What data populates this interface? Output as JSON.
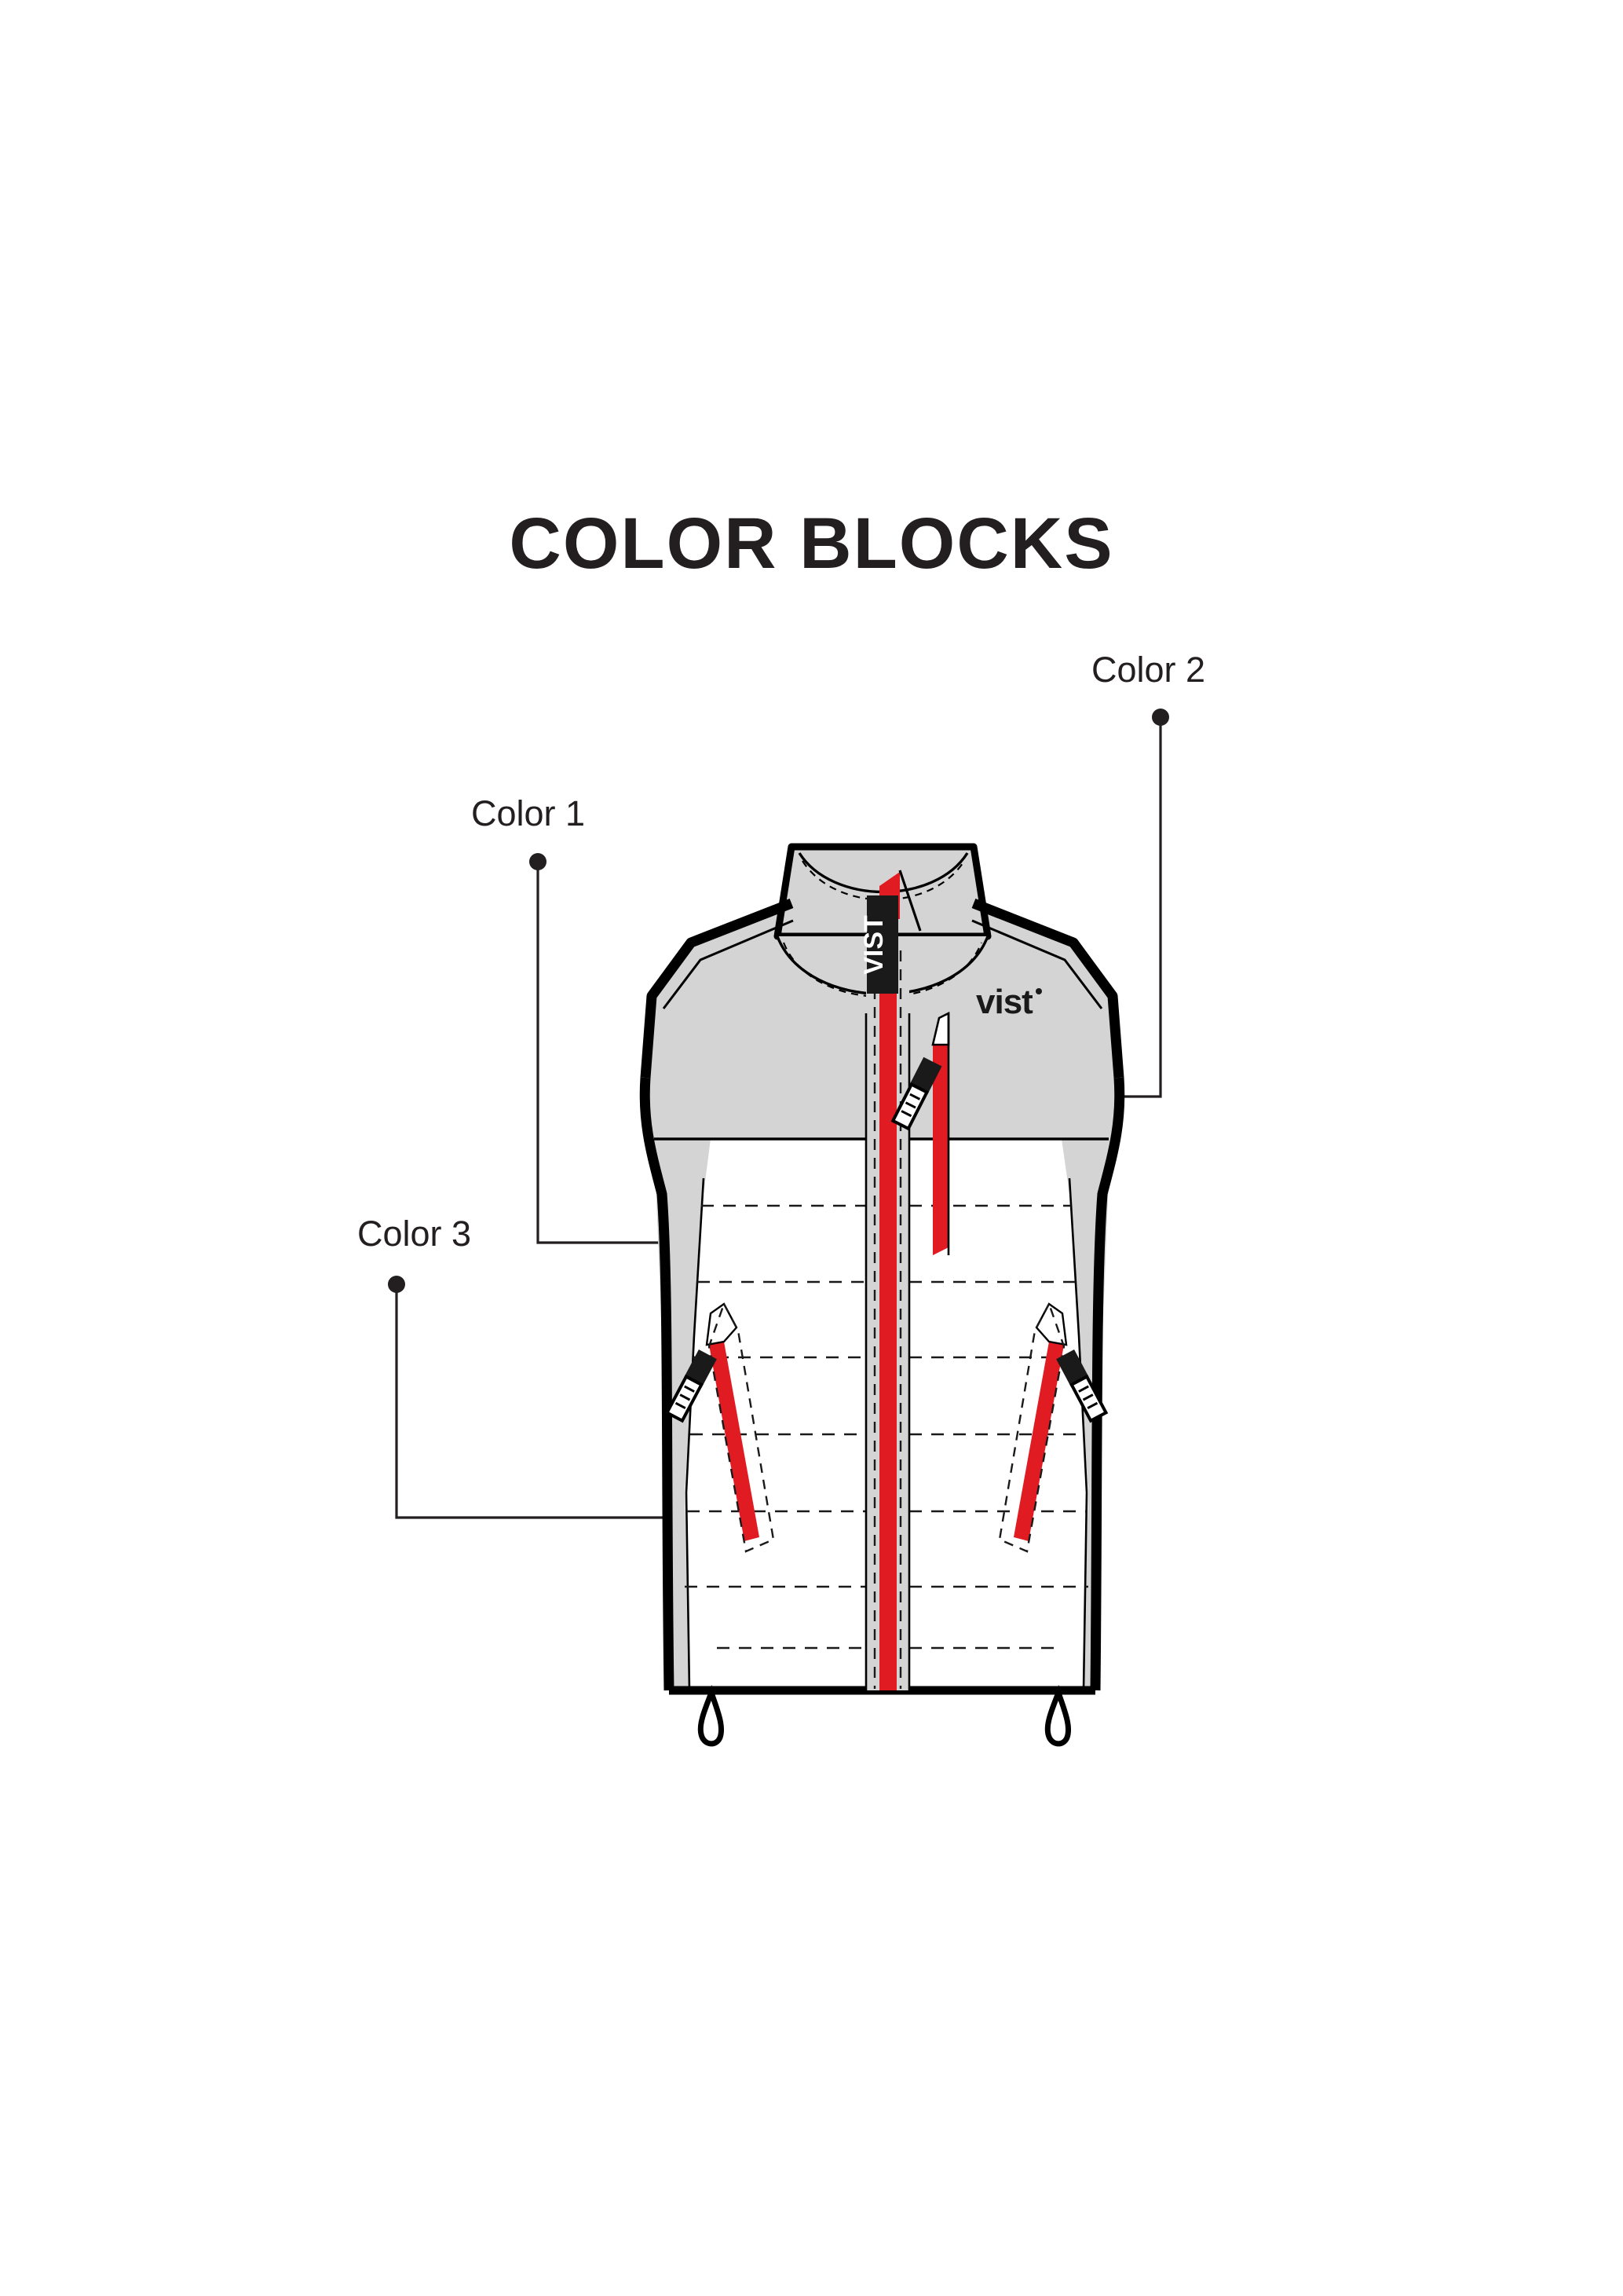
{
  "page": {
    "title": "COLOR BLOCKS",
    "background": "#ffffff"
  },
  "colors": {
    "ink": "#231f20",
    "outline": "#000000",
    "panel_gray": "#d4d4d4",
    "panel_white": "#ffffff",
    "zipper_red": "#e01b22",
    "tab_black": "#1a1a1a",
    "leader": "#231f20"
  },
  "callouts": [
    {
      "id": "color-1",
      "label": "Color 1",
      "target": "white quilted front body panel"
    },
    {
      "id": "color-2",
      "label": "Color 2",
      "target": "gray shoulder yoke panel"
    },
    {
      "id": "color-3",
      "label": "Color 3",
      "target": "gray center front placket"
    }
  ],
  "garment": {
    "type": "vest",
    "view": "front",
    "brand_logo": "vist",
    "zipper_garage_text": "VIST",
    "features": [
      "stand collar",
      "center front zipper",
      "chest pocket zipper",
      "two hand pocket zippers",
      "quilted body panels",
      "hem drawcord loops"
    ]
  },
  "icons": {
    "leader_dot": "dot-marker",
    "zipper_pull": "zipper-pull-icon",
    "drawcord": "drawcord-loop-icon"
  }
}
